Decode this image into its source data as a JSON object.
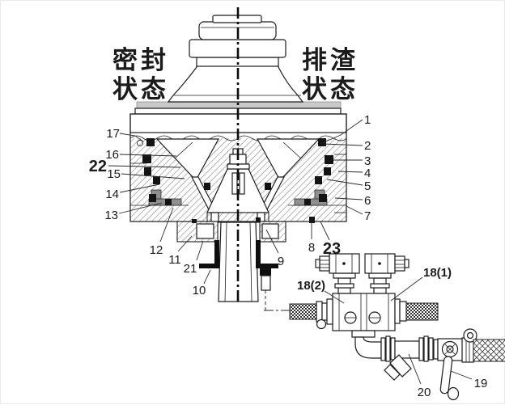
{
  "figure": {
    "state_left": {
      "line1": "密封",
      "line2": "状态"
    },
    "state_right": {
      "line1": "排渣",
      "line2": "状态"
    },
    "callouts": {
      "n1": "1",
      "n2": "2",
      "n3": "3",
      "n4": "4",
      "n5": "5",
      "n6": "6",
      "n7": "7",
      "n8": "8",
      "n9": "9",
      "n10": "10",
      "n11": "11",
      "n12": "12",
      "n13": "13",
      "n14": "14",
      "n15": "15",
      "n16": "16",
      "n17": "17",
      "n18_1": "18(1)",
      "n18_2": "18(2)",
      "n19": "19",
      "n20": "20",
      "n21": "21",
      "n22": "22",
      "n23": "23"
    },
    "colors": {
      "line": "#1c1c1c",
      "hatch": "#4a4a4a",
      "plate_gray": "#c9c9c9",
      "seal_black": "#141414",
      "background": "#ffffff"
    }
  }
}
